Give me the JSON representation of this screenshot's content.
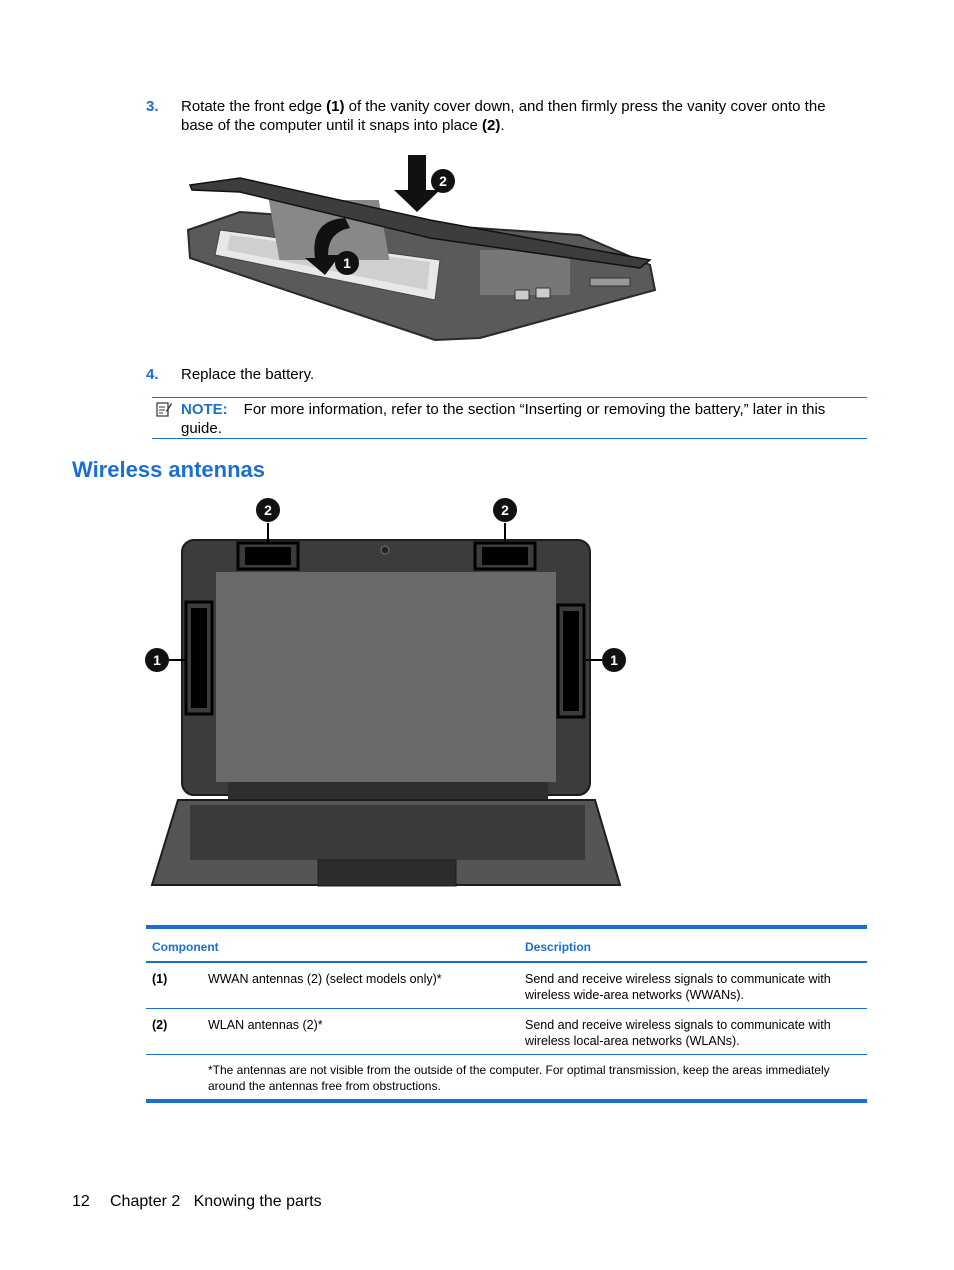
{
  "step3": {
    "number": "3.",
    "text_a": "Rotate the front edge ",
    "bold_a": "(1)",
    "text_b": " of the vanity cover down, and then firmly press the vanity cover onto the",
    "line2_a": "base of the computer until it snaps into place ",
    "bold_b": "(2)",
    "line2_b": "."
  },
  "figure1": {
    "callout_1": "1",
    "callout_2": "2"
  },
  "step4": {
    "number": "4.",
    "text": "Replace the battery."
  },
  "note": {
    "icon": "note-icon",
    "label": "NOTE:",
    "line1": "For more information, refer to the section “Inserting or removing the battery,” later in this",
    "line2": "guide."
  },
  "section_title": "Wireless antennas",
  "figure2": {
    "callout_1": "1",
    "callout_2": "2"
  },
  "table": {
    "headers": {
      "component": "Component",
      "description": "Description"
    },
    "rows": [
      {
        "num": "(1)",
        "component": "WWAN antennas (2) (select models only)*",
        "desc_line1": "Send and receive wireless signals to communicate with",
        "desc_line2": "wireless wide-area networks (WWANs)."
      },
      {
        "num": "(2)",
        "component": "WLAN antennas (2)*",
        "desc_line1": "Send and receive wireless signals to communicate with",
        "desc_line2": "wireless local-area networks (WLANs)."
      }
    ],
    "footnote_line1": "*The antennas are not visible from the outside of the computer. For optimal transmission, keep the areas immediately",
    "footnote_line2": "around the antennas free from obstructions."
  },
  "footer": {
    "page_number": "12",
    "chapter": "Chapter 2   Knowing the parts"
  },
  "colors": {
    "accent": "#1a6fd1"
  }
}
